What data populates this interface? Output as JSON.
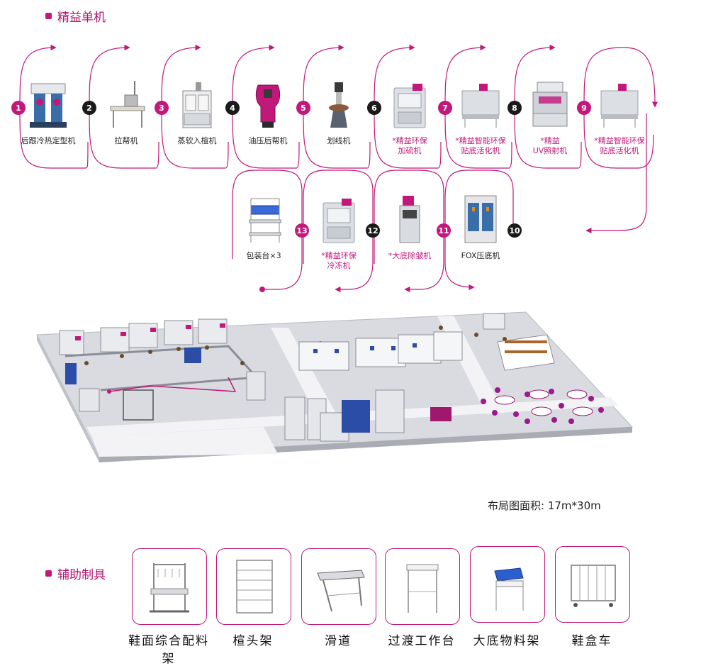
{
  "sections": {
    "single_machine_title": "精益单机",
    "aux_tools_title": "辅助制具"
  },
  "machines": [
    {
      "num": "1",
      "label": "后跟冷热定型机",
      "highlight": false
    },
    {
      "num": "2",
      "label": "拉帮机",
      "highlight": false
    },
    {
      "num": "3",
      "label": "蒸软入楦机",
      "highlight": false
    },
    {
      "num": "4",
      "label": "油压后帮机",
      "highlight": false
    },
    {
      "num": "5",
      "label": "划线机",
      "highlight": false
    },
    {
      "num": "6",
      "label": "*精益环保\n加硫机",
      "highlight": true
    },
    {
      "num": "7",
      "label": "*精益智能环保\n贴底活化机",
      "highlight": true
    },
    {
      "num": "8",
      "label": "*精益\nUV照射机",
      "highlight": true
    },
    {
      "num": "9",
      "label": "*精益智能环保\n贴底活化机",
      "highlight": true
    },
    {
      "num": "10",
      "label": "FOX压底机",
      "highlight": false
    },
    {
      "num": "11",
      "label": "*大底除皱机",
      "highlight": true
    },
    {
      "num": "12",
      "label": "*精益环保\n冷冻机",
      "highlight": true
    },
    {
      "num": "13",
      "label": "包装台×3",
      "highlight": false
    }
  ],
  "layout_area": "布局图面积:  17m*30m",
  "tools": [
    {
      "label": "鞋面综合配料架",
      "icon": "material-rack-icon"
    },
    {
      "label": "楦头架",
      "icon": "last-rack-icon"
    },
    {
      "label": "滑道",
      "icon": "slide-track-icon"
    },
    {
      "label": "过渡工作台",
      "icon": "transition-table-icon"
    },
    {
      "label": "大底物料架",
      "icon": "sole-rack-icon"
    },
    {
      "label": "鞋盒车",
      "icon": "shoebox-cart-icon"
    }
  ],
  "colors": {
    "accent": "#c2187a",
    "dark": "#1a1a1a",
    "floor": "#d9dbe0",
    "aisle": "#f3f3f5"
  }
}
